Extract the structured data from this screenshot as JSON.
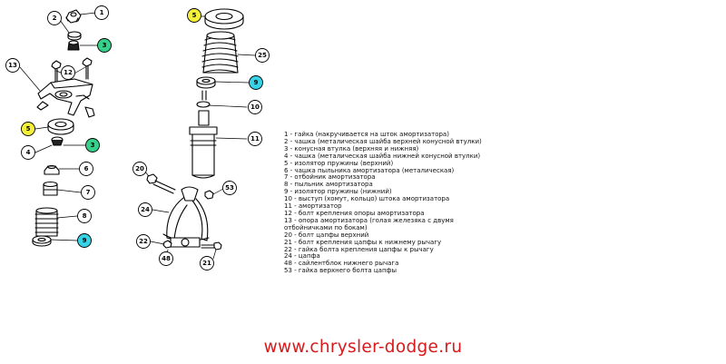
{
  "colors": {
    "callout_plain": "#ffffff",
    "callout_yellow": "#f3ef3a",
    "callout_green": "#35d08a",
    "callout_cyan": "#37d2e6",
    "link": "#d9191b"
  },
  "callouts": {
    "c1": "1",
    "c2": "2",
    "c3a": "3",
    "c12": "12",
    "c13": "13",
    "c5a": "5",
    "c4": "4",
    "c3b": "3",
    "c6": "6",
    "c7": "7",
    "c8": "8",
    "c9a": "9",
    "c5b": "5",
    "c25": "25",
    "c9b": "9",
    "c10": "10",
    "c11": "11",
    "c20": "20",
    "c53": "53",
    "c24": "24",
    "c22": "22",
    "c48": "48",
    "c21": "21"
  },
  "legend": [
    "1 - гайка (накручивается на шток амортизатора)",
    "2 - чашка (металическая шайба верхней конусной втулки)",
    "3 - конусная втулка (верхняя и нижняя)",
    "4 - чашка (металическая шайба нижней конусной втулки)",
    "5 - изолятор пружины (верхний)",
    "6 - чашка пыльника амортизатора (металическая)",
    "7 - отбойник амортизатора",
    "8 - пыльник амортизатора",
    "9 - изолятор пружины (нижний)",
    "10 - выступ (хомут, кольцо) штока амортизатора",
    "11 - амортизатор",
    "12 - болт крепления опоры амортизатора",
    "13 - опора амортизатора (голая железяка с двумя отбойничками по бокам)",
    "20 - болт цапфы верхний",
    "21 - болт крепления цапфы к нижнему рычагу",
    "22 - гайка болта крепления цапфы к рычагу",
    "24 - цапфа",
    "48 - сайлентблок нижнего рычага",
    "53 - гайка верхнего болта цапфы"
  ],
  "footer": {
    "site_link": "www.chrysler-dodge.ru"
  }
}
